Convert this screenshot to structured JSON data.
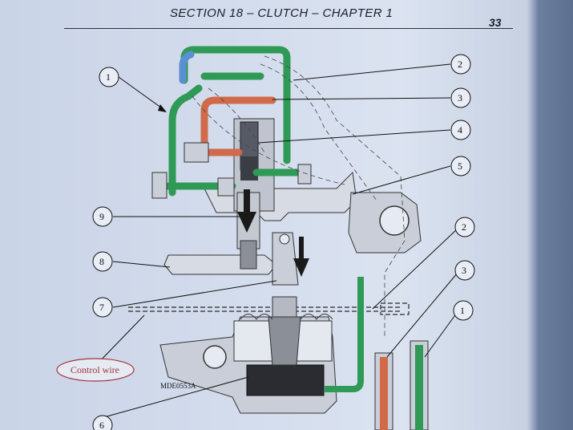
{
  "header": {
    "title": "SECTION 18 – CLUTCH – CHAPTER 1",
    "page_number": "33"
  },
  "figure": {
    "reference": "MDE0553A",
    "control_wire_label": "Control wire",
    "callouts": [
      "1",
      "2",
      "3",
      "4",
      "5",
      "9",
      "8",
      "7",
      "6",
      "2",
      "3",
      "1"
    ]
  },
  "colors": {
    "pipe_green": "#2f9a55",
    "pipe_orange": "#d06a4a",
    "pipe_blue": "#5a8fd0",
    "body_gray": "#c9ced8",
    "arrow": "#1a1a1a"
  }
}
